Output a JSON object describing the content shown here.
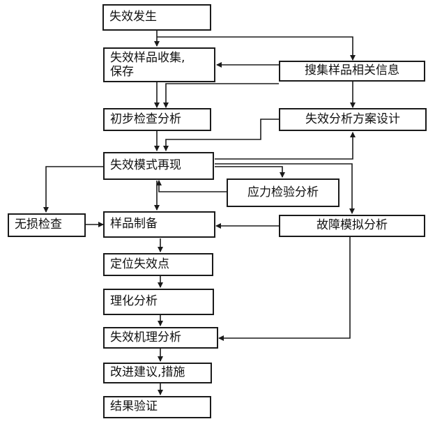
{
  "nodes": {
    "failure_occurs": "失效发生",
    "collect_samples": "失效样品收集,\n保存",
    "gather_info": "搜集样品相关信息",
    "initial_inspection": "初步检查分析",
    "plan_design": "失效分析方案设计",
    "reproduce_mode": "失效模式再现",
    "stress_test": "应力检验分析",
    "ndt": "无损检查",
    "sample_prep": "样品制备",
    "fault_simulation": "故障模拟分析",
    "locate_point": "定位失效点",
    "physchem_analysis": "理化分析",
    "mechanism_analysis": "失效机理分析",
    "recommendations": "改进建议,措施",
    "verify_results": "结果验证"
  }
}
